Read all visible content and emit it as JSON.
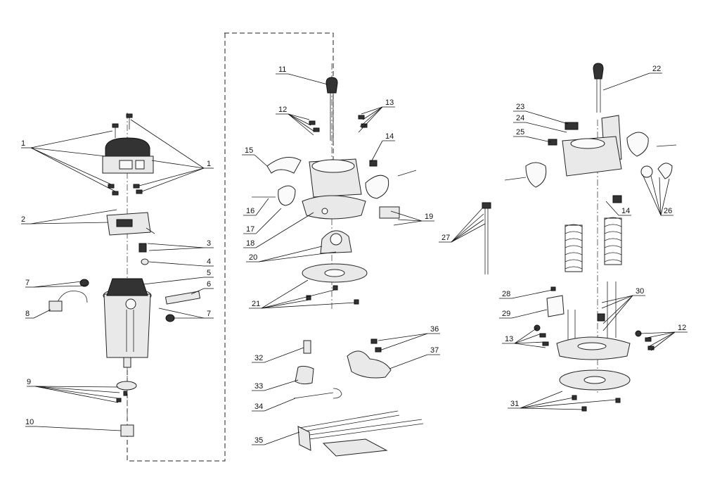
{
  "callouts": [
    {
      "id": "callout-1a",
      "text": "1"
    },
    {
      "id": "callout-1b",
      "text": "1"
    },
    {
      "id": "callout-2",
      "text": "2"
    },
    {
      "id": "callout-3",
      "text": "3"
    },
    {
      "id": "callout-4",
      "text": "4"
    },
    {
      "id": "callout-5",
      "text": "5"
    },
    {
      "id": "callout-6",
      "text": "6"
    },
    {
      "id": "callout-7a",
      "text": "7"
    },
    {
      "id": "callout-7b",
      "text": "7"
    },
    {
      "id": "callout-8",
      "text": "8"
    },
    {
      "id": "callout-9",
      "text": "9"
    },
    {
      "id": "callout-10",
      "text": "10"
    },
    {
      "id": "callout-11",
      "text": "11"
    },
    {
      "id": "callout-12a",
      "text": "12"
    },
    {
      "id": "callout-13a",
      "text": "13"
    },
    {
      "id": "callout-14a",
      "text": "14"
    },
    {
      "id": "callout-15",
      "text": "15"
    },
    {
      "id": "callout-16",
      "text": "16"
    },
    {
      "id": "callout-17",
      "text": "17"
    },
    {
      "id": "callout-18",
      "text": "18"
    },
    {
      "id": "callout-19",
      "text": "19"
    },
    {
      "id": "callout-20",
      "text": "20"
    },
    {
      "id": "callout-21",
      "text": "21"
    },
    {
      "id": "callout-22",
      "text": "22"
    },
    {
      "id": "callout-23",
      "text": "23"
    },
    {
      "id": "callout-24",
      "text": "24"
    },
    {
      "id": "callout-25",
      "text": "25"
    },
    {
      "id": "callout-26",
      "text": "26"
    },
    {
      "id": "callout-27",
      "text": "27"
    },
    {
      "id": "callout-14b",
      "text": "14"
    },
    {
      "id": "callout-28",
      "text": "28"
    },
    {
      "id": "callout-29",
      "text": "29"
    },
    {
      "id": "callout-30",
      "text": "30"
    },
    {
      "id": "callout-12b",
      "text": "12"
    },
    {
      "id": "callout-13b",
      "text": "13"
    },
    {
      "id": "callout-31",
      "text": "31"
    },
    {
      "id": "callout-32",
      "text": "32"
    },
    {
      "id": "callout-33",
      "text": "33"
    },
    {
      "id": "callout-34",
      "text": "34"
    },
    {
      "id": "callout-35",
      "text": "35"
    },
    {
      "id": "callout-36",
      "text": "36"
    },
    {
      "id": "callout-37",
      "text": "37"
    }
  ]
}
